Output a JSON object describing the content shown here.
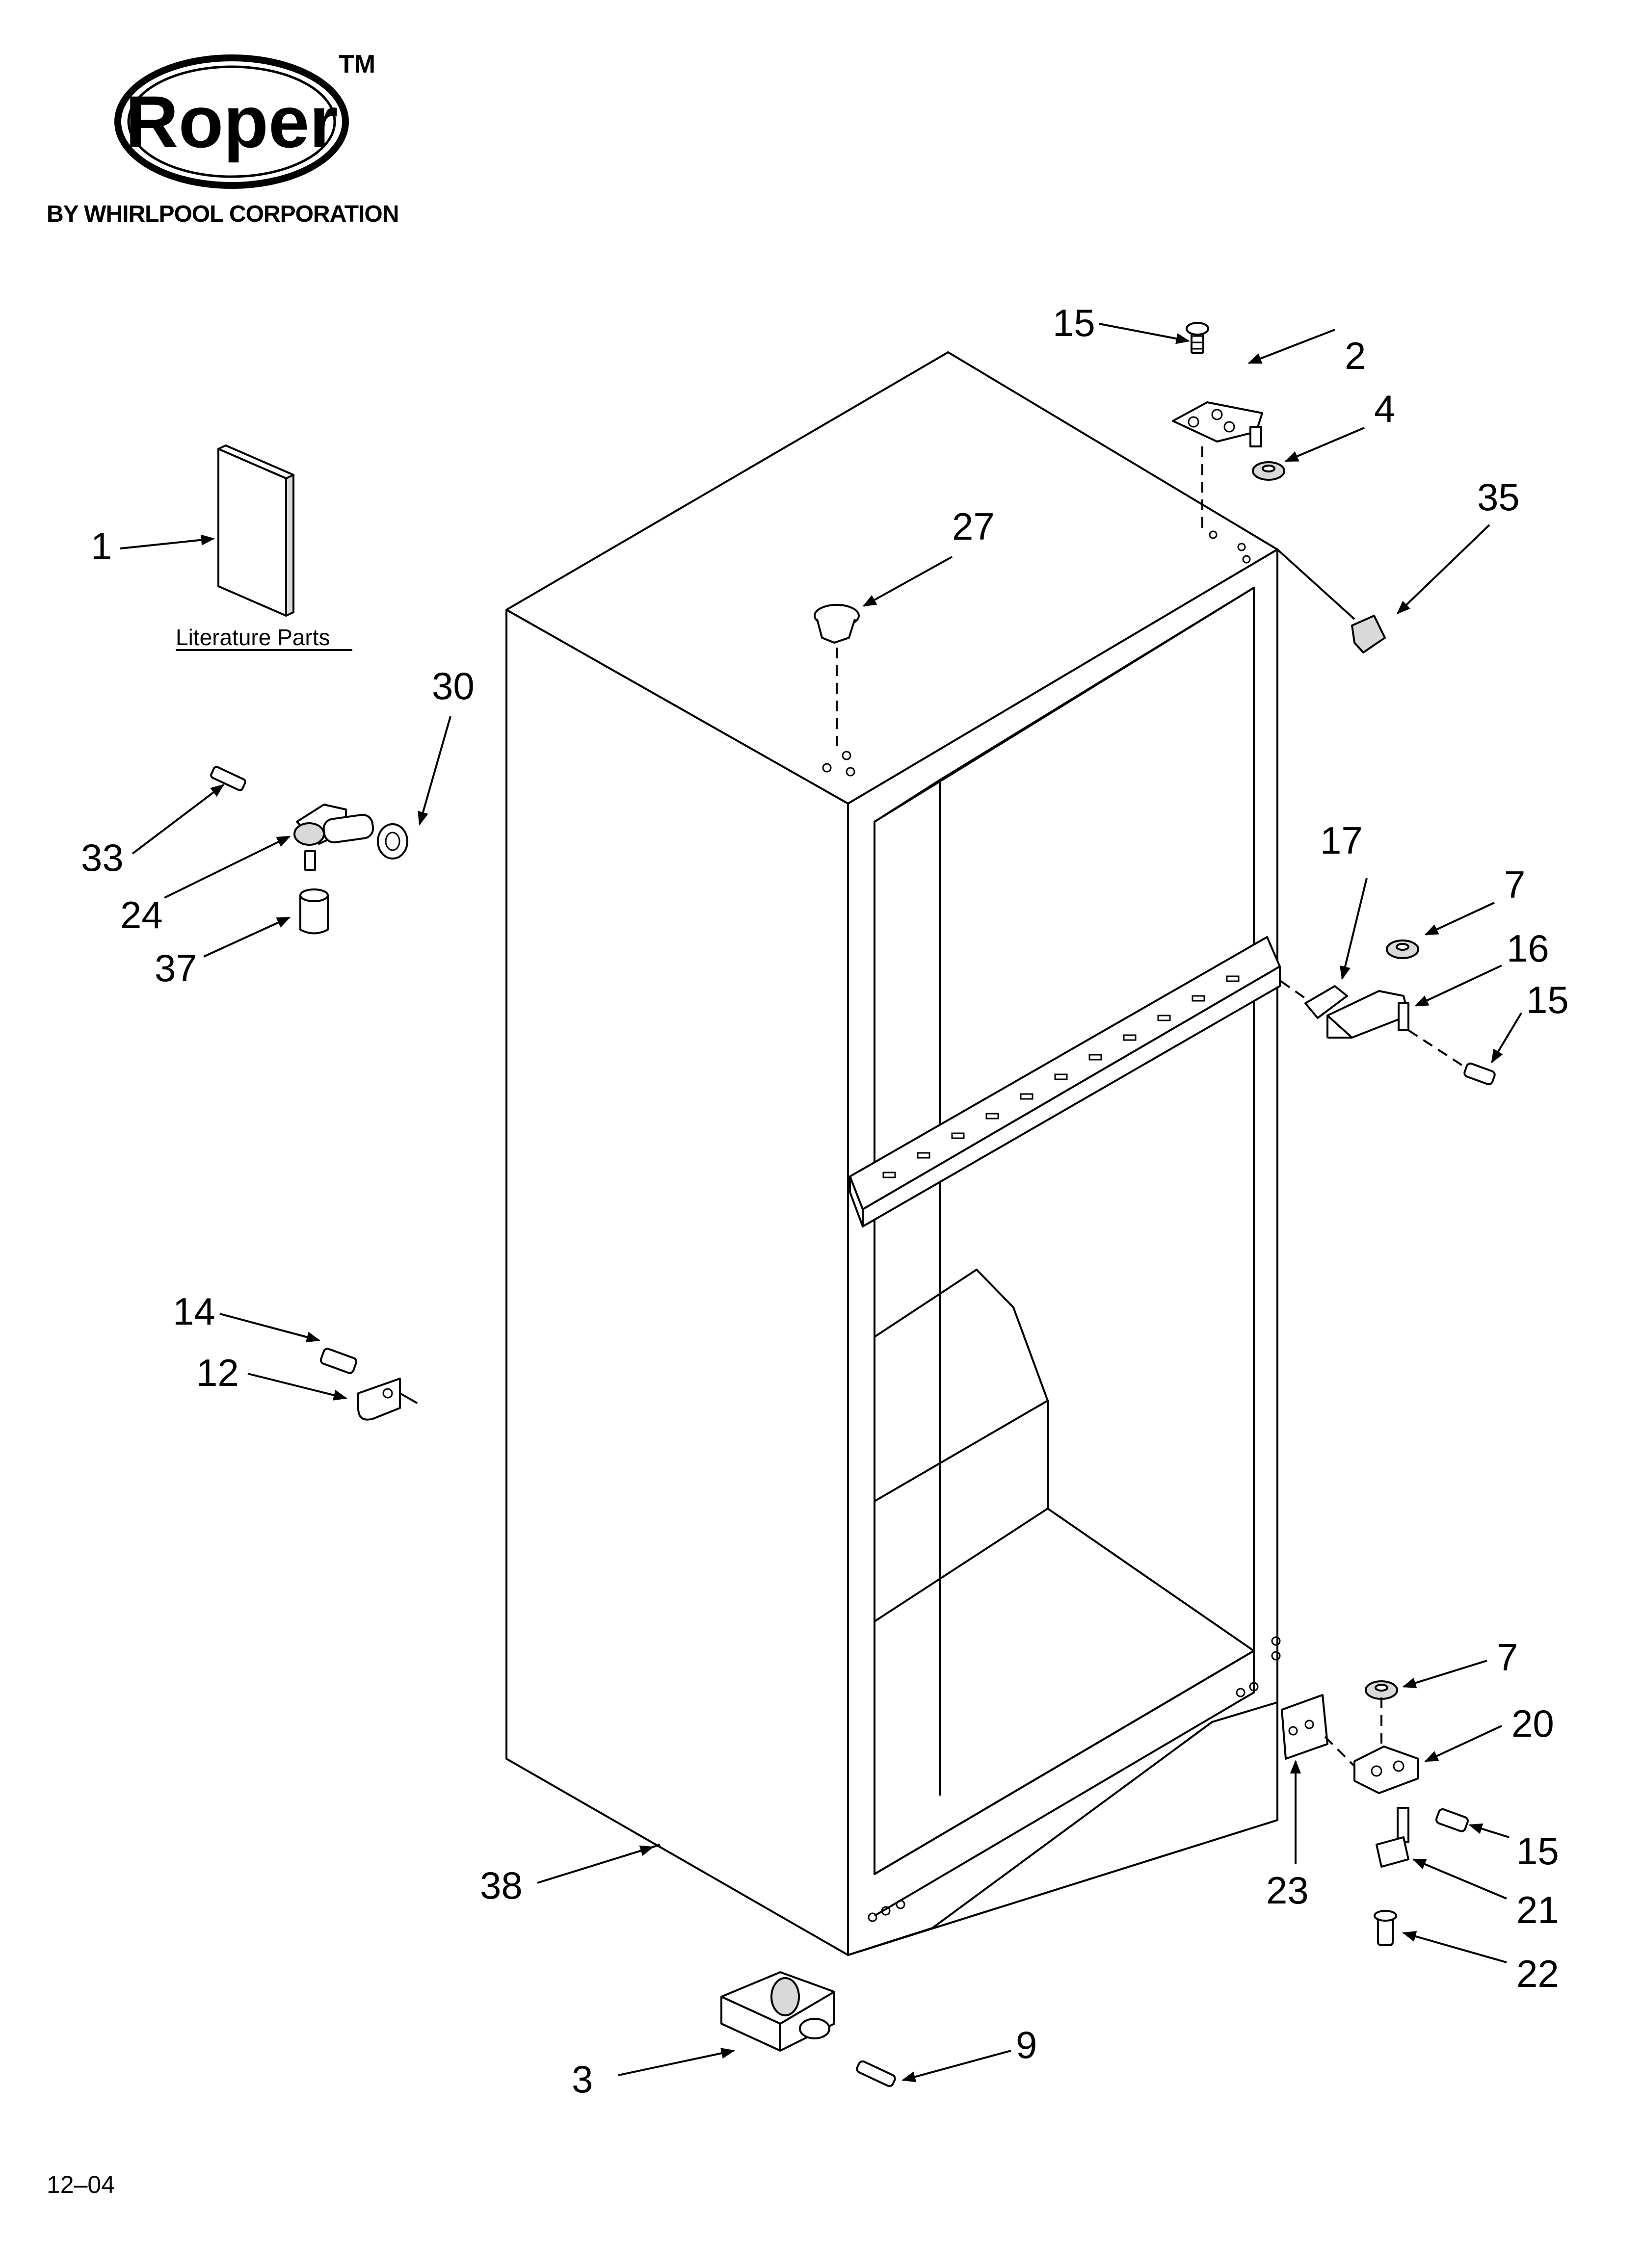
{
  "brand": {
    "name": "Roper",
    "trademark": "TM",
    "subtitle": "BY WHIRLPOOL CORPORATION"
  },
  "literature_label": "Literature Parts",
  "date_code": "12–04",
  "callouts": [
    "1",
    "2",
    "3",
    "4",
    "7",
    "7",
    "9",
    "12",
    "14",
    "15",
    "15",
    "15",
    "16",
    "17",
    "20",
    "21",
    "22",
    "23",
    "24",
    "27",
    "30",
    "33",
    "35",
    "37",
    "38"
  ]
}
